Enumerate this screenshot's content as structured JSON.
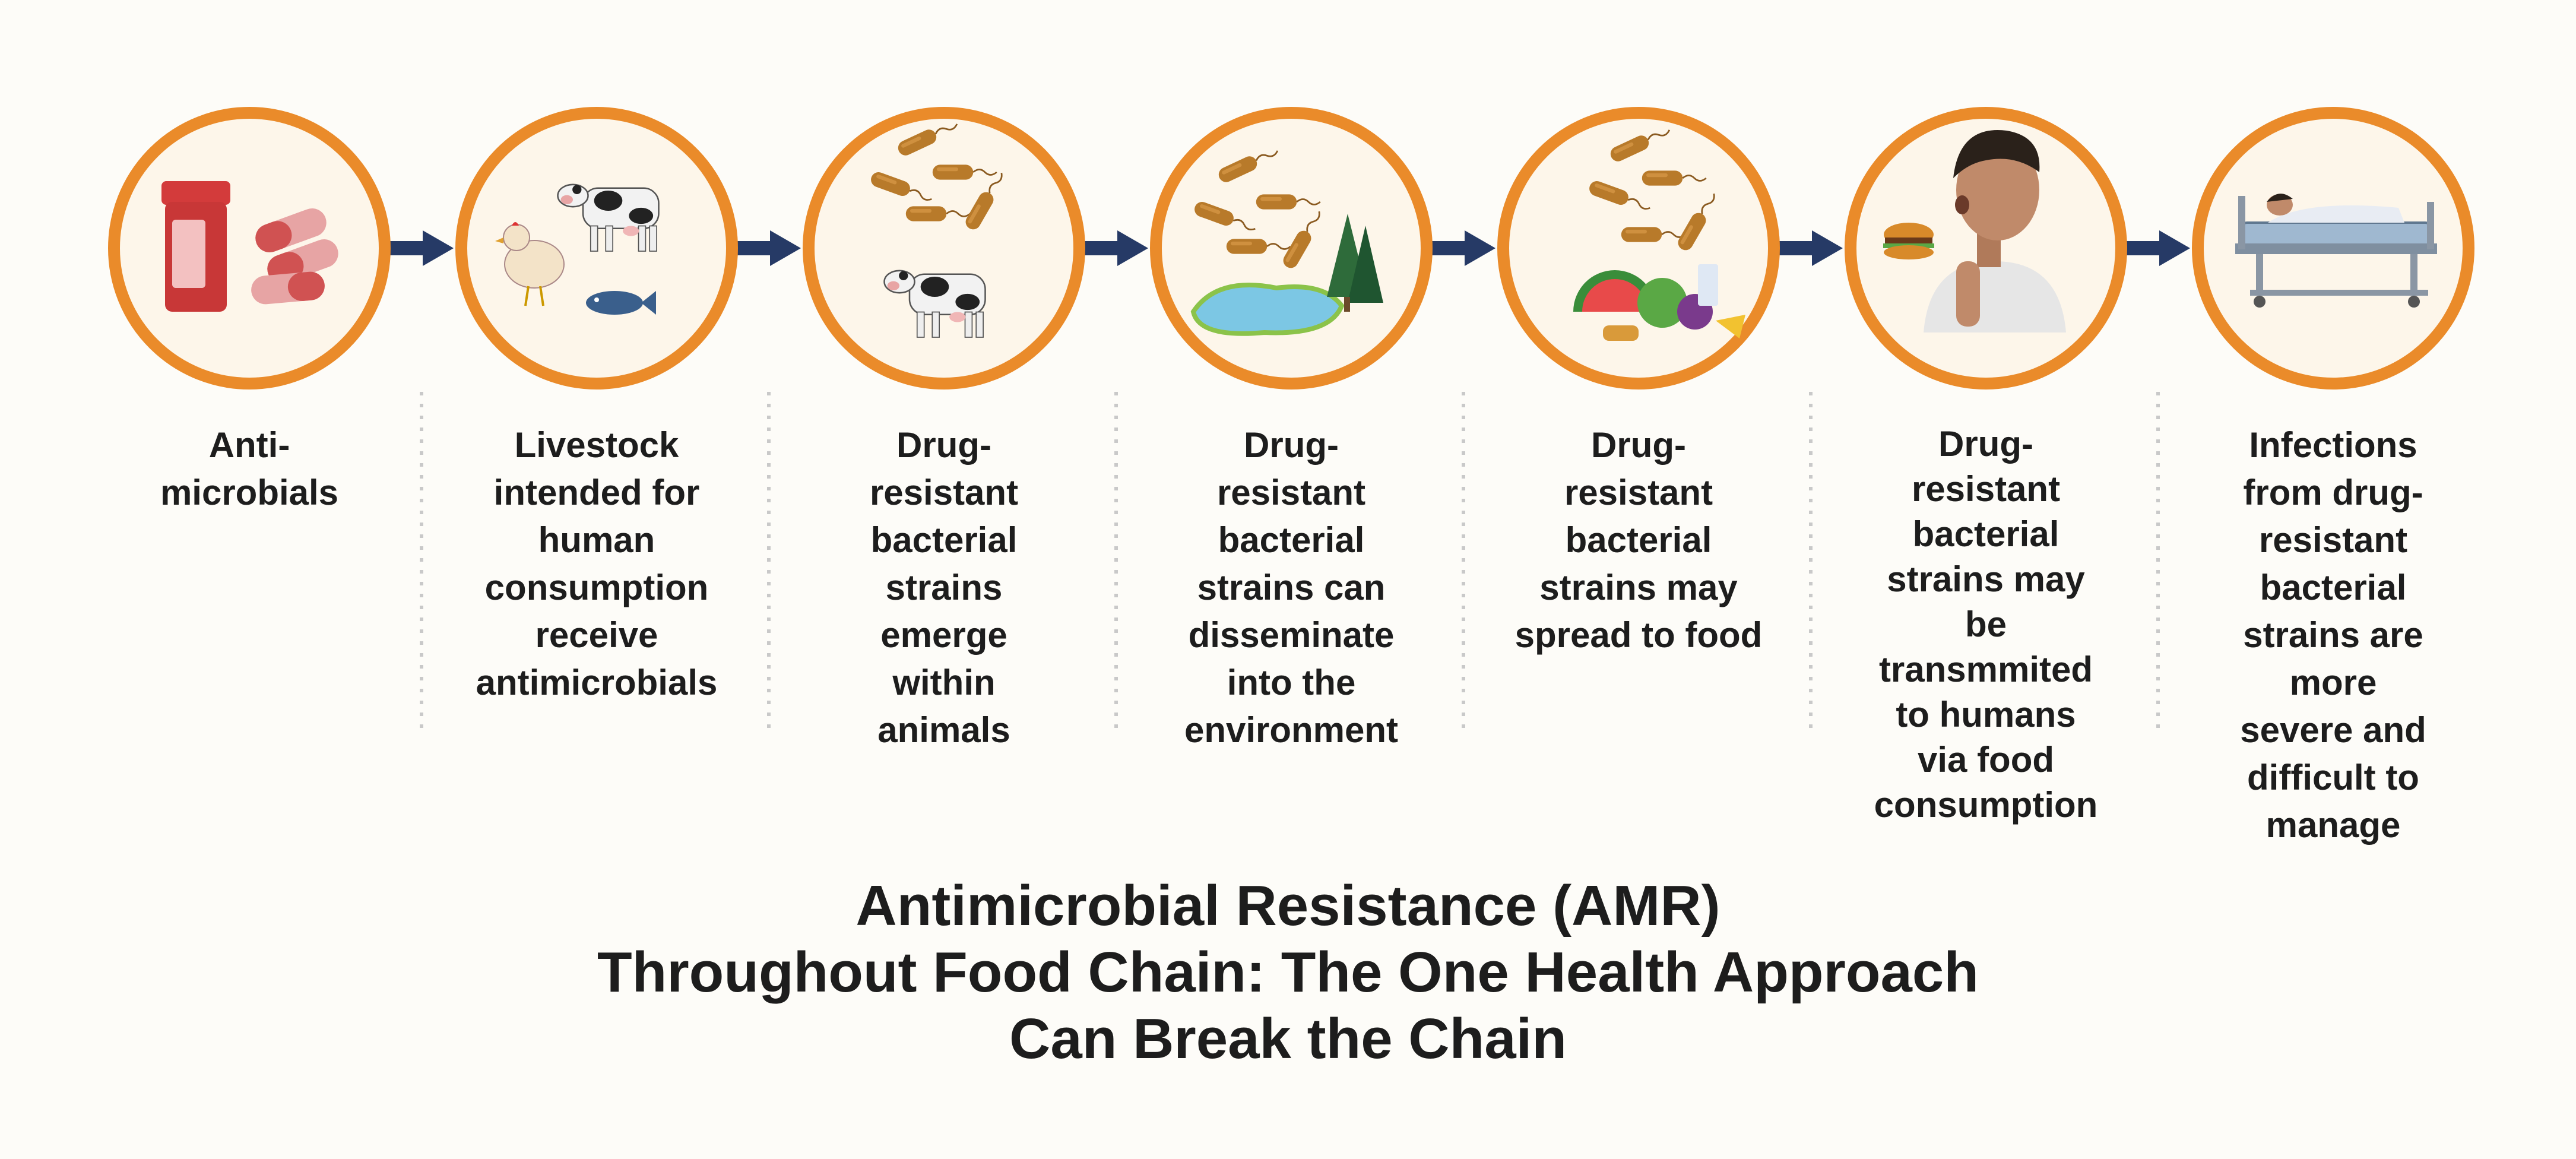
{
  "steps": [
    {
      "label": "Anti-\nmicrobials",
      "icon": "antimicrobial-drugs-icon"
    },
    {
      "label": "Livestock\nintended for\nhuman\nconsumption\nreceive\nantimicrobials",
      "icon": "livestock-icon"
    },
    {
      "label": "Drug-\nresistant\nbacterial\nstrains\nemerge\nwithin\nanimals",
      "icon": "bacteria-in-animals-icon"
    },
    {
      "label": "Drug-\nresistant\nbacterial\nstrains can\ndisseminate\ninto the\nenvironment",
      "icon": "bacteria-environment-icon"
    },
    {
      "label": "Drug-\nresistant\nbacterial\nstrains may\nspread to food",
      "icon": "bacteria-food-icon"
    },
    {
      "label": "Drug-\nresistant\nbacterial\nstrains may\nbe\ntransmmited\nto humans\nvia food\nconsumption",
      "icon": "human-eating-icon"
    },
    {
      "label": "Infections\nfrom drug-\nresistant\nbacterial\nstrains are\nmore\nsevere and\ndifficult to\nmanage",
      "icon": "hospital-bed-patient-icon"
    }
  ],
  "title": {
    "line1": "Antimicrobial Resistance (AMR)",
    "line2": "Throughout Food Chain: The One Health Approach",
    "line3": "Can Break the Chain"
  },
  "colors": {
    "ring": "#ea8b2a",
    "arrow": "#263a66",
    "background": "#fdfcf8",
    "bacteria": "#b87a2a",
    "divider": "#c9c9c9"
  }
}
